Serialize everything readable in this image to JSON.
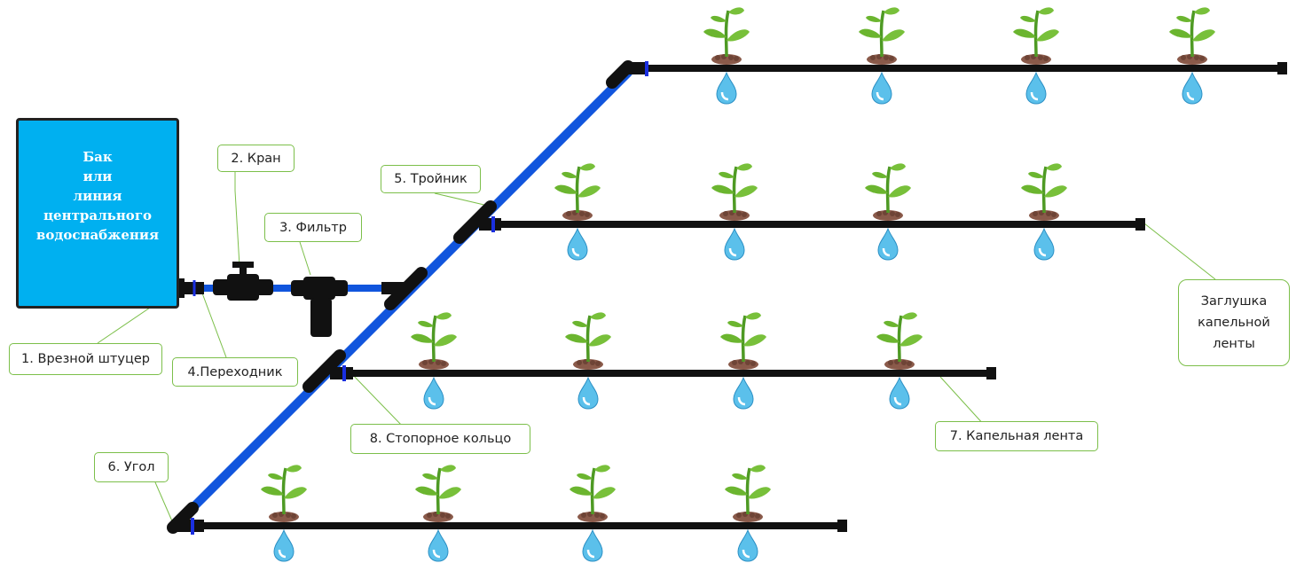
{
  "tank": {
    "label": "Бак\nили\nлиния центрального\nводоснабжения"
  },
  "callouts": {
    "c1": "1. Врезной штуцер",
    "c2": "2. Кран",
    "c3": "3. Фильтр",
    "c4": "4.Переходник",
    "c5": "5. Тройник",
    "c6": "6. Угол",
    "c7": "7. Капельная лента",
    "c8": "8. Стопорное кольцо",
    "plug": "Заглушка\nкапельной\nленты"
  },
  "colors": {
    "main_pipe": "#1155dd",
    "drip_tape": "#111111",
    "tank": "#00b0f0",
    "callout_border": "#7cbf4a",
    "leaf": "#6bb52f",
    "soil": "#8a5a4a",
    "water": "#5bc0eb"
  },
  "icons": [
    "plant-icon",
    "water-drop-icon",
    "valve-icon",
    "filter-icon",
    "tee-icon",
    "end-plug-icon"
  ]
}
